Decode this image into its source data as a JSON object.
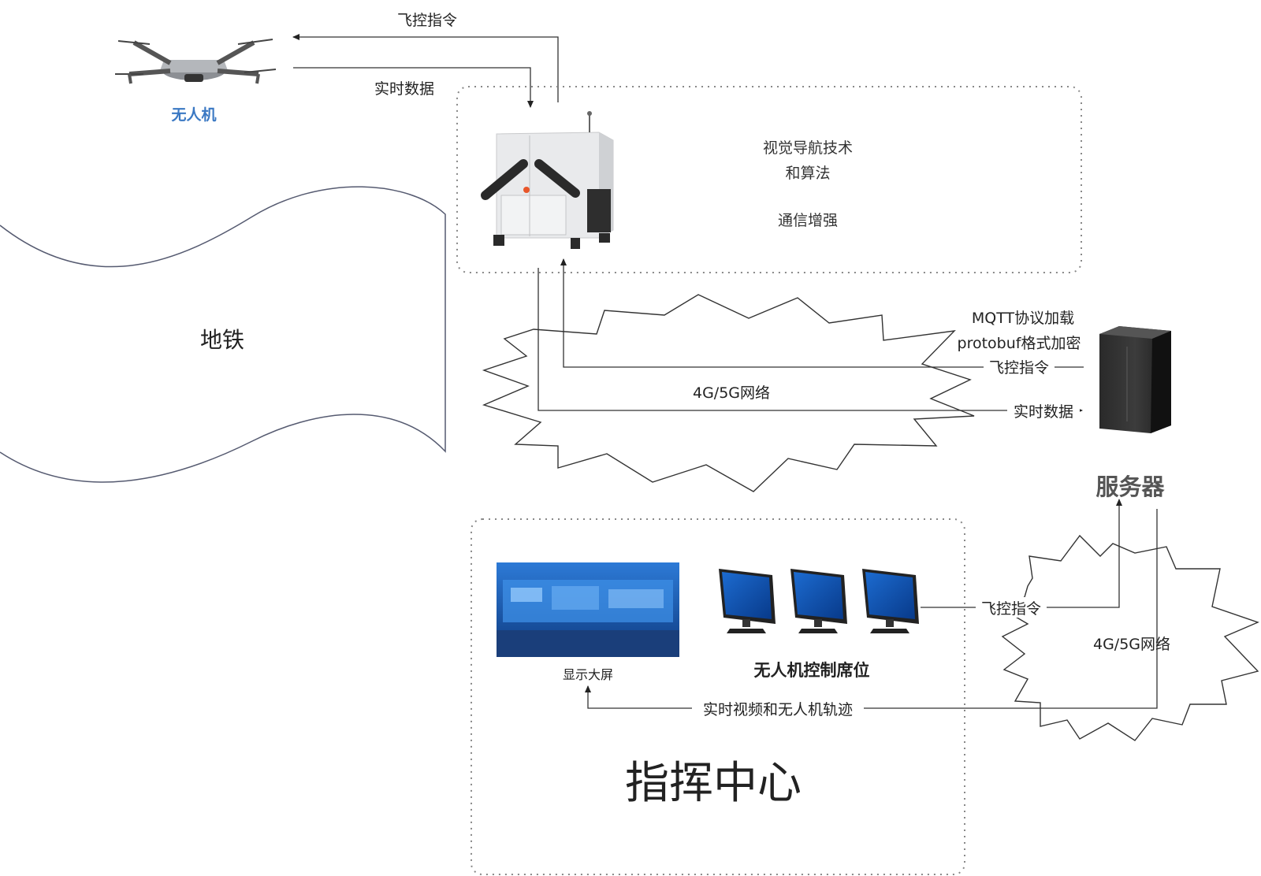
{
  "labels": {
    "drone": "无人机",
    "subway": "地铁",
    "server": "服务器",
    "command_center": "指挥中心",
    "big_screen": "显示大屏",
    "control_seats": "无人机控制席位",
    "network_top": "4G/5G网络",
    "network_bottom": "4G/5G网络"
  },
  "edge_labels": {
    "top_flight_cmd": "飞控指令",
    "top_realtime": "实时数据",
    "server_flight_cmd": "飞控指令",
    "server_realtime": "实时数据",
    "seats_flight_cmd": "飞控指令",
    "video_track": "实时视频和无人机轨迹"
  },
  "station_box": {
    "line1": "视觉导航技术",
    "line2": "和算法",
    "line3": "通信增强"
  },
  "protocol": {
    "line1": "MQTT协议加载",
    "line2": "protobuf格式加密"
  },
  "colors": {
    "drone_label": "#3a78c3",
    "line": "#333333",
    "dotted": "#888888",
    "screen_blue": "#1e5fb0"
  }
}
